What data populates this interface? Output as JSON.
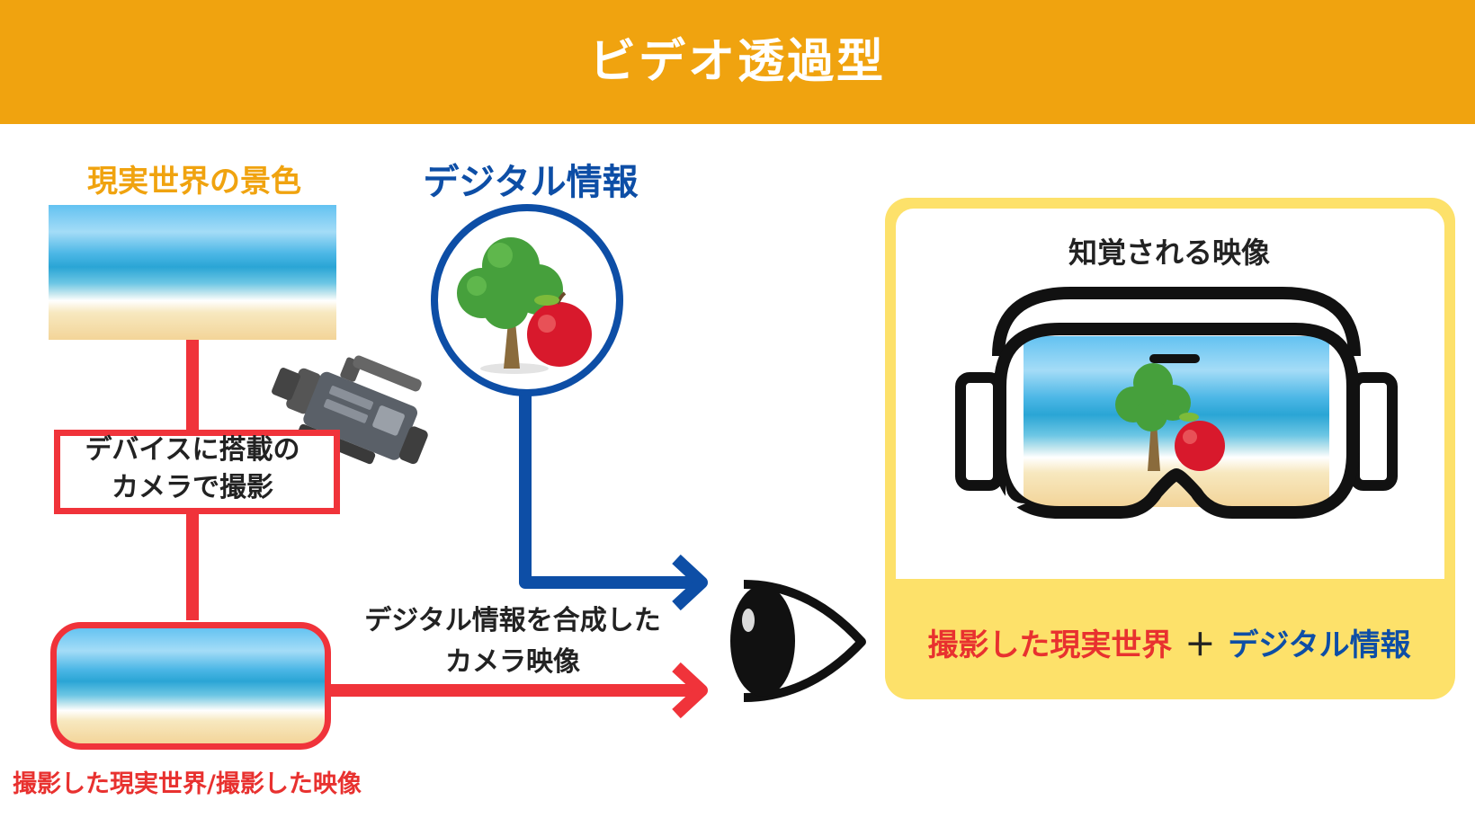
{
  "header": {
    "title": "ビデオ透過型"
  },
  "real_world": {
    "label": "現実世界の景色"
  },
  "digital": {
    "label": "デジタル情報"
  },
  "camera_box": {
    "line1": "デバイスに搭載の",
    "line2": "カメラで撮影"
  },
  "captured": {
    "caption": "撮影した現実世界/撮影した映像"
  },
  "composite": {
    "line1": "デジタル情報を合成した",
    "line2": "カメラ映像"
  },
  "perceived": {
    "label": "知覚される映像",
    "result_a": "撮影した現実世界",
    "plus": "＋",
    "result_b": "デジタル情報"
  },
  "colors": {
    "header": "#f0a30f",
    "red": "#f0333a",
    "blue": "#0d4ea6",
    "panel": "#fde16a"
  }
}
